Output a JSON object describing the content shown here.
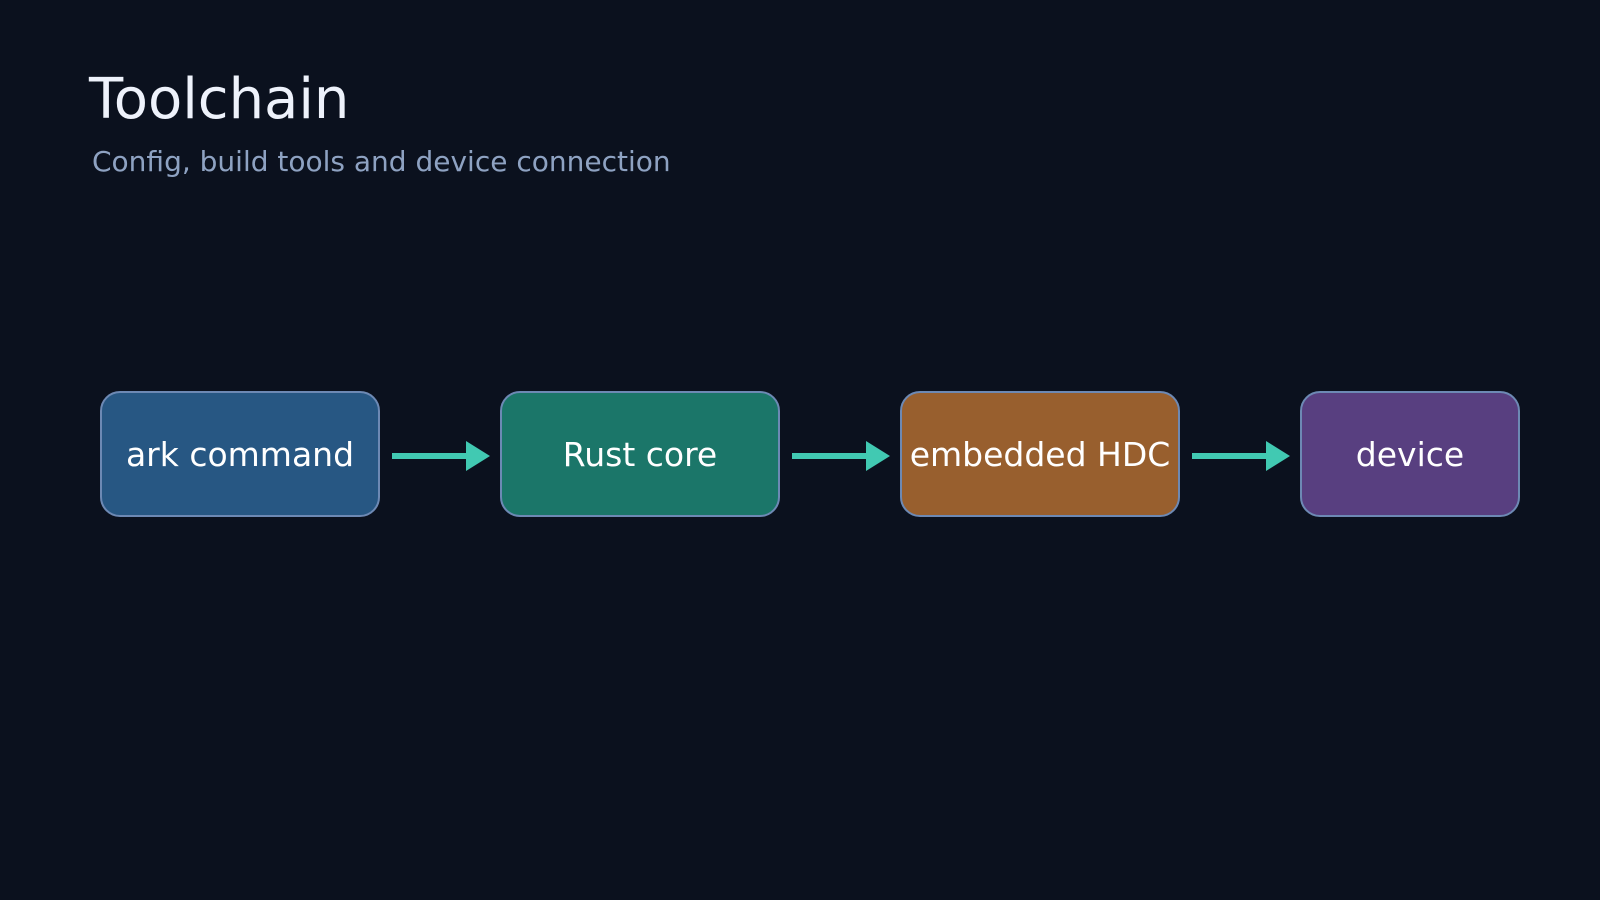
{
  "header": {
    "title": "Toolchain",
    "subtitle": "Config, build tools and device connection"
  },
  "diagram": {
    "nodes": [
      {
        "label": "ark command",
        "color": "#275783"
      },
      {
        "label": "Rust core",
        "color": "#1b7669"
      },
      {
        "label": "embedded HDC",
        "color": "#985f2e"
      },
      {
        "label": "device",
        "color": "#583f80"
      }
    ],
    "border_color": "#6d89b4",
    "arrow_color": "#41c9b2"
  }
}
